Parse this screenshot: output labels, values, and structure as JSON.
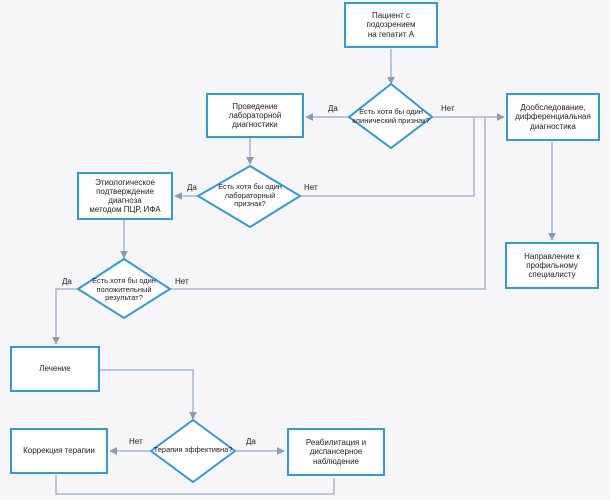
{
  "nodes": {
    "patient": [
      "Пациент с подозрением",
      "на гепатит А"
    ],
    "clinical_decision": [
      "Есть хотя бы один",
      "клинический признак?"
    ],
    "lab_tests": [
      "Проведение",
      "лабораторной",
      "диагностики"
    ],
    "additional_exam": [
      "Дообследование,",
      "дифференциальная",
      "диагностика"
    ],
    "lab_decision": [
      "Есть хотя бы один",
      "лабораторный",
      "признак?"
    ],
    "etiology": [
      "Этиологическое",
      "подтверждение",
      "диагноза",
      "методом ПЦР, ИФА"
    ],
    "referral": [
      "Направление к",
      "профильному",
      "специалисту"
    ],
    "positive_decision": [
      "Есть хотя бы один",
      "положительный",
      "результат?"
    ],
    "treatment": [
      "Лечение"
    ],
    "therapy_decision": [
      "Терапия эффективна?"
    ],
    "correction": [
      "Коррекция терапии"
    ],
    "rehab": [
      "Реабилитация и",
      "диспансерное",
      "наблюдение"
    ]
  },
  "labels": {
    "yes": "Да",
    "no": "Нет"
  },
  "colors": {
    "node_border": "#2f9bd8",
    "connector": "#9aa9c9",
    "node_fill": "#ffffff"
  }
}
